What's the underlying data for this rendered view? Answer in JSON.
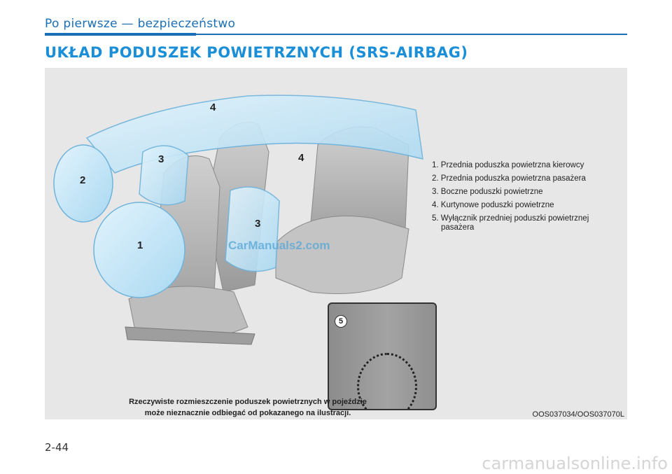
{
  "header": {
    "section": "Po pierwsze — bezpieczeństwo",
    "title": "UKŁAD PODUSZEK POWIETRZNYCH (SRS-AIRBAG)"
  },
  "figure": {
    "legend": [
      "1. Przednia poduszka powietrzna kierowcy",
      "2. Przednia poduszka powietrzna pasażera",
      "3. Boczne poduszki powietrzne",
      "4. Kurtynowe poduszki powietrzne",
      "5. Wyłącznik przedniej poduszki powietrznej",
      "pasażera"
    ],
    "callouts": {
      "n1": "1",
      "n2": "2",
      "n3a": "3",
      "n3b": "3",
      "n4a": "4",
      "n4b": "4",
      "n5": "5"
    },
    "caption_line1": "Rzeczywiste rozmieszczenie poduszek powietrznych w pojeździe",
    "caption_line2": "może nieznacznie odbiegać od pokazanego na ilustracji.",
    "code": "OOS037034/OOS037070L",
    "watermark": "CarManuals2.com"
  },
  "footer": {
    "page": "2-44",
    "site": "carmanualsonline.info"
  },
  "colors": {
    "accent": "#1a6fb5",
    "title": "#1a8fd8",
    "airbag": "#bfe3f7",
    "figure_bg": "#e7e7e7"
  }
}
